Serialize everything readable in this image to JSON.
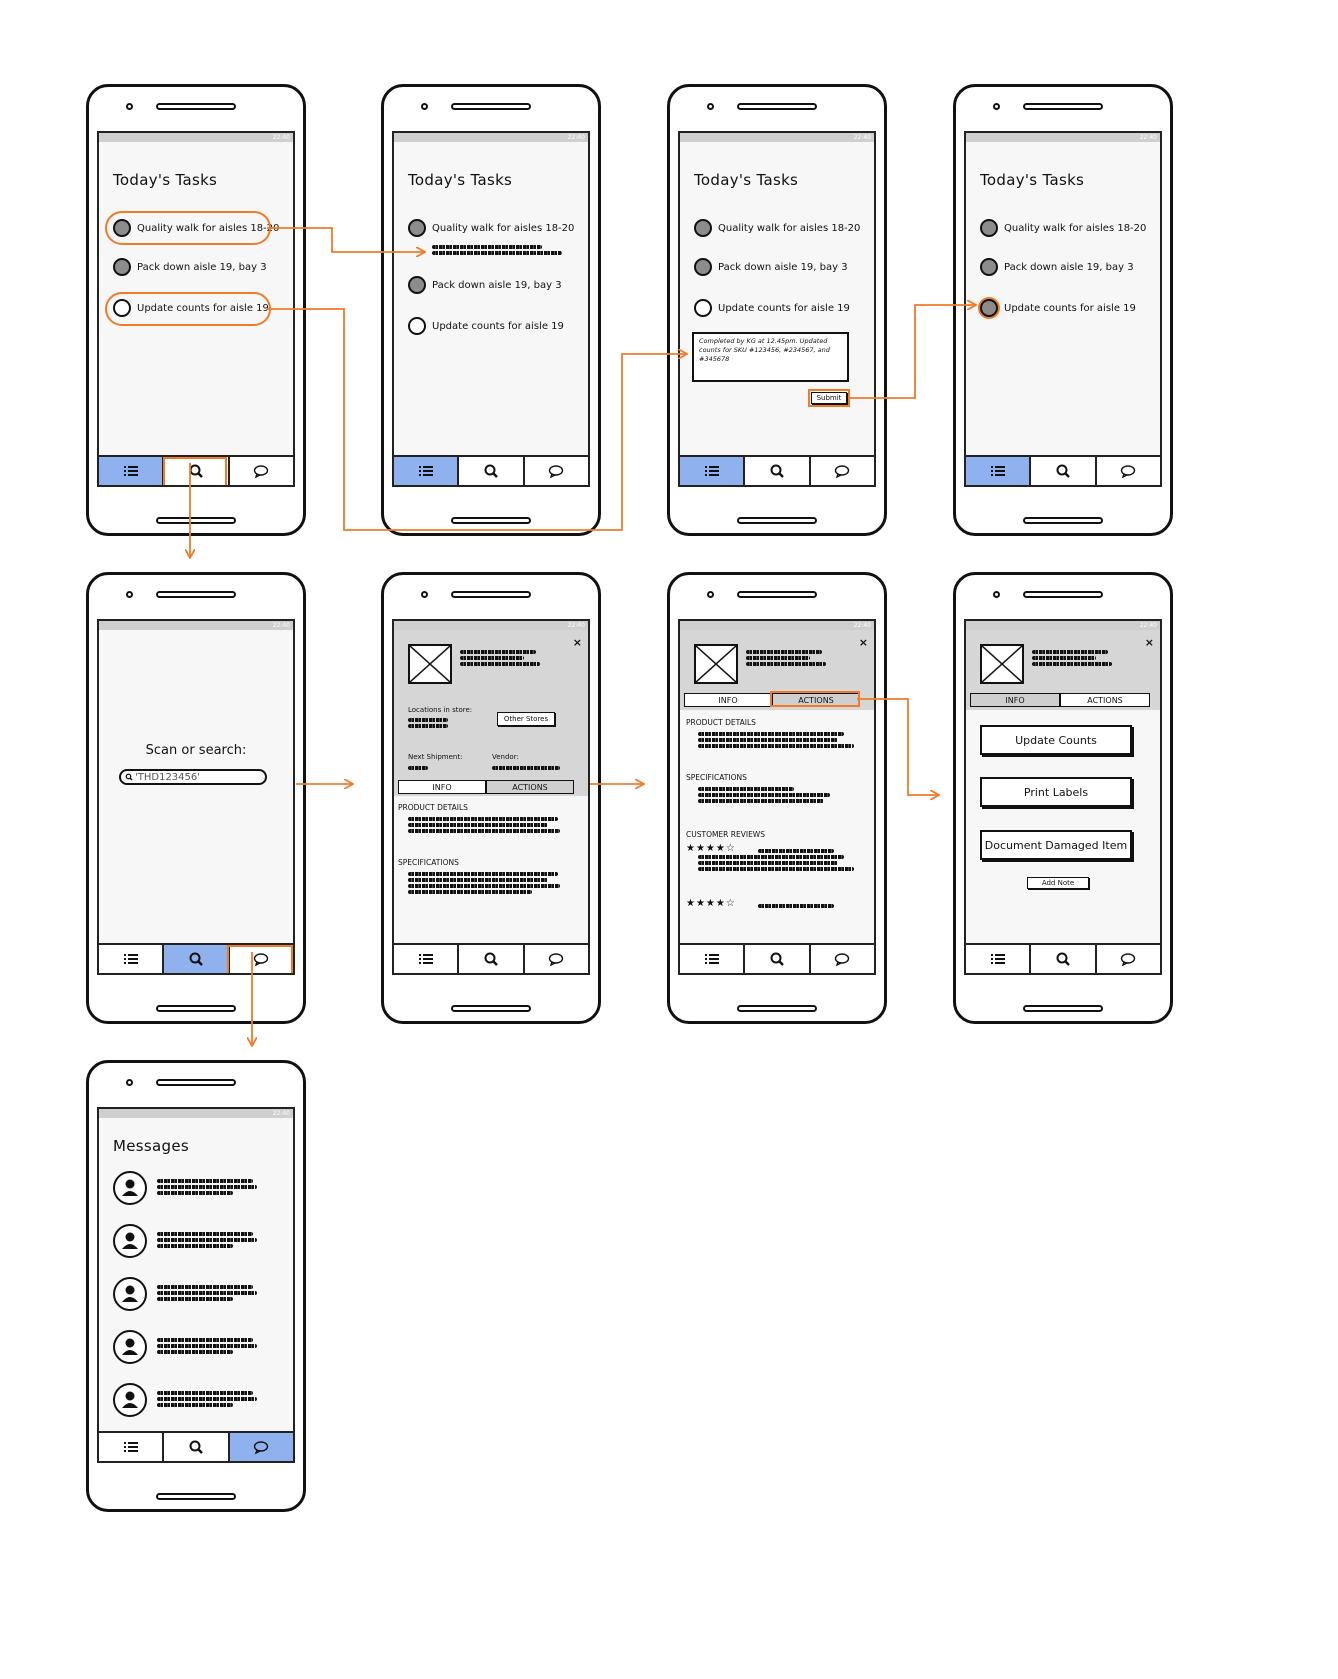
{
  "status_time": "22:40",
  "tasks": {
    "title": "Today's Tasks",
    "items": [
      "Quality walk for aisles 18-20",
      "Pack down aisle 19, bay 3",
      "Update counts for aisle 19"
    ]
  },
  "completion_note": "Completed by KG at 12.45pm. Updated counts for SKU #123456, #234567, and #345678",
  "submit_label": "Submit",
  "search": {
    "label": "Scan or search:",
    "value": "'THD123456'"
  },
  "product": {
    "locations_label": "Locations in store:",
    "other_stores_label": "Other Stores",
    "next_shipment_label": "Next Shipment:",
    "vendor_label": "Vendor:",
    "tabs": [
      "INFO",
      "ACTIONS"
    ],
    "product_details_label": "PRODUCT DETAILS",
    "specifications_label": "SPECIFICATIONS",
    "customer_reviews_label": "CUSTOMER REVIEWS",
    "close_glyph": "×"
  },
  "actions": {
    "buttons": [
      "Update Counts",
      "Print Labels",
      "Document Damaged Item"
    ],
    "add_note_label": "Add Note"
  },
  "messages": {
    "title": "Messages"
  },
  "icons": {
    "list": "list-icon",
    "search": "search-icon",
    "chat": "chat-icon",
    "user": "user-icon"
  },
  "colors": {
    "accent": "#f07b2b",
    "active_tab": "#8fb1ee",
    "filled_radio": "#8c8c8c"
  }
}
